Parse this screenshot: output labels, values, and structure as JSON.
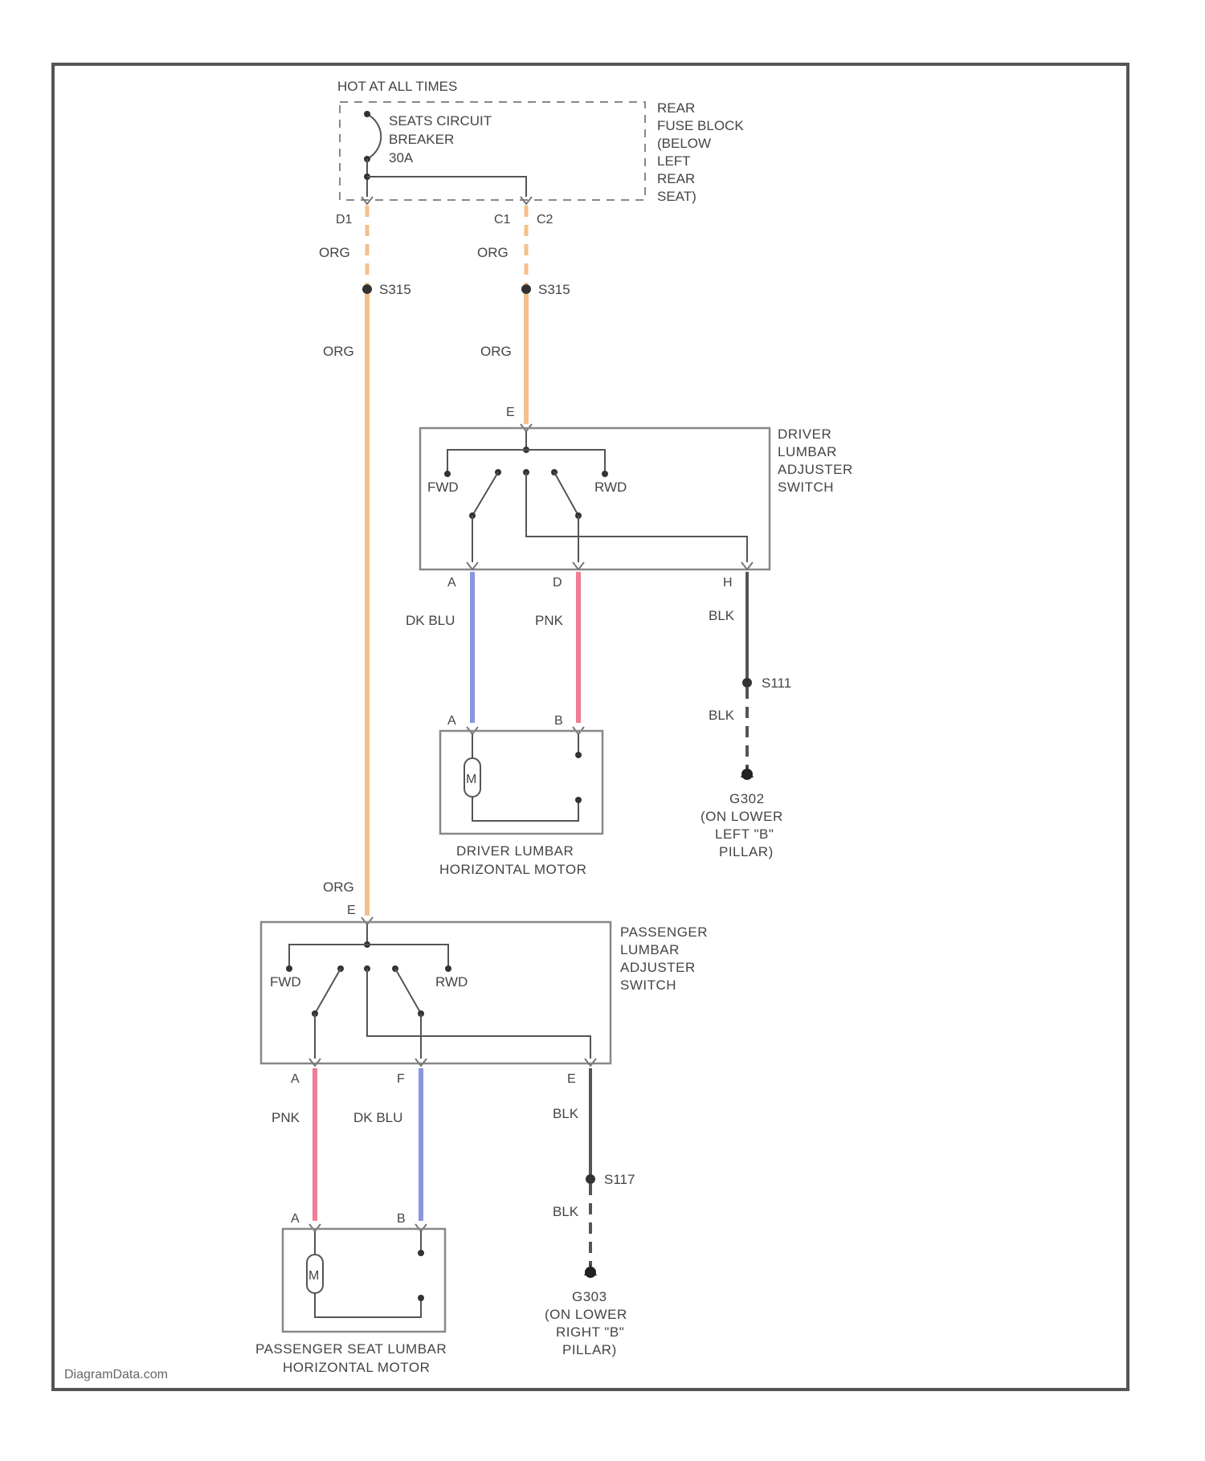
{
  "fuse_block": {
    "hot_label": "HOT AT ALL TIMES",
    "breaker_lines": [
      "SEATS CIRCUIT",
      "BREAKER",
      "30A"
    ],
    "location_lines": [
      "REAR",
      "FUSE BLOCK",
      "(BELOW",
      "LEFT",
      "REAR",
      "SEAT)"
    ],
    "pin_left": "D1",
    "pin_mid": "C1",
    "pin_right": "C2"
  },
  "splices": {
    "s_left": "S315",
    "s_right": "S315",
    "ground_splice_driver": "S111",
    "ground_splice_pass": "S117"
  },
  "wires": {
    "org": "ORG",
    "dk_blu": "DK BLU",
    "pnk": "PNK",
    "blk": "BLK"
  },
  "driver_switch": {
    "name_lines": [
      "DRIVER",
      "LUMBAR",
      "ADJUSTER",
      "SWITCH"
    ],
    "fwd": "FWD",
    "rwd": "RWD",
    "pin_top": "E",
    "pin_a": "A",
    "pin_d": "D",
    "pin_h": "H"
  },
  "driver_motor": {
    "name_lines": [
      "DRIVER LUMBAR",
      "HORIZONTAL MOTOR"
    ],
    "pin_a": "A",
    "pin_b": "B",
    "symbol": "M"
  },
  "driver_ground": {
    "name_lines": [
      "G302",
      "(ON LOWER",
      "LEFT \"B\"",
      "PILLAR)"
    ]
  },
  "passenger_switch": {
    "name_lines": [
      "PASSENGER",
      "LUMBAR",
      "ADJUSTER",
      "SWITCH"
    ],
    "fwd": "FWD",
    "rwd": "RWD",
    "pin_top": "E",
    "pin_a": "A",
    "pin_f": "F",
    "pin_e": "E"
  },
  "passenger_motor": {
    "name_lines": [
      "PASSENGER SEAT LUMBAR",
      "HORIZONTAL MOTOR"
    ],
    "pin_a": "A",
    "pin_b": "B",
    "symbol": "M"
  },
  "passenger_ground": {
    "name_lines": [
      "G303",
      "(ON LOWER",
      "RIGHT \"B\"",
      "PILLAR)"
    ]
  },
  "watermark": "DiagramData.com",
  "colors": {
    "org_wire": "#f4c08a",
    "blu_wire": "#8b95e0",
    "pnk_wire": "#ee7d95",
    "blk_wire": "#555555",
    "border": "#555555"
  }
}
